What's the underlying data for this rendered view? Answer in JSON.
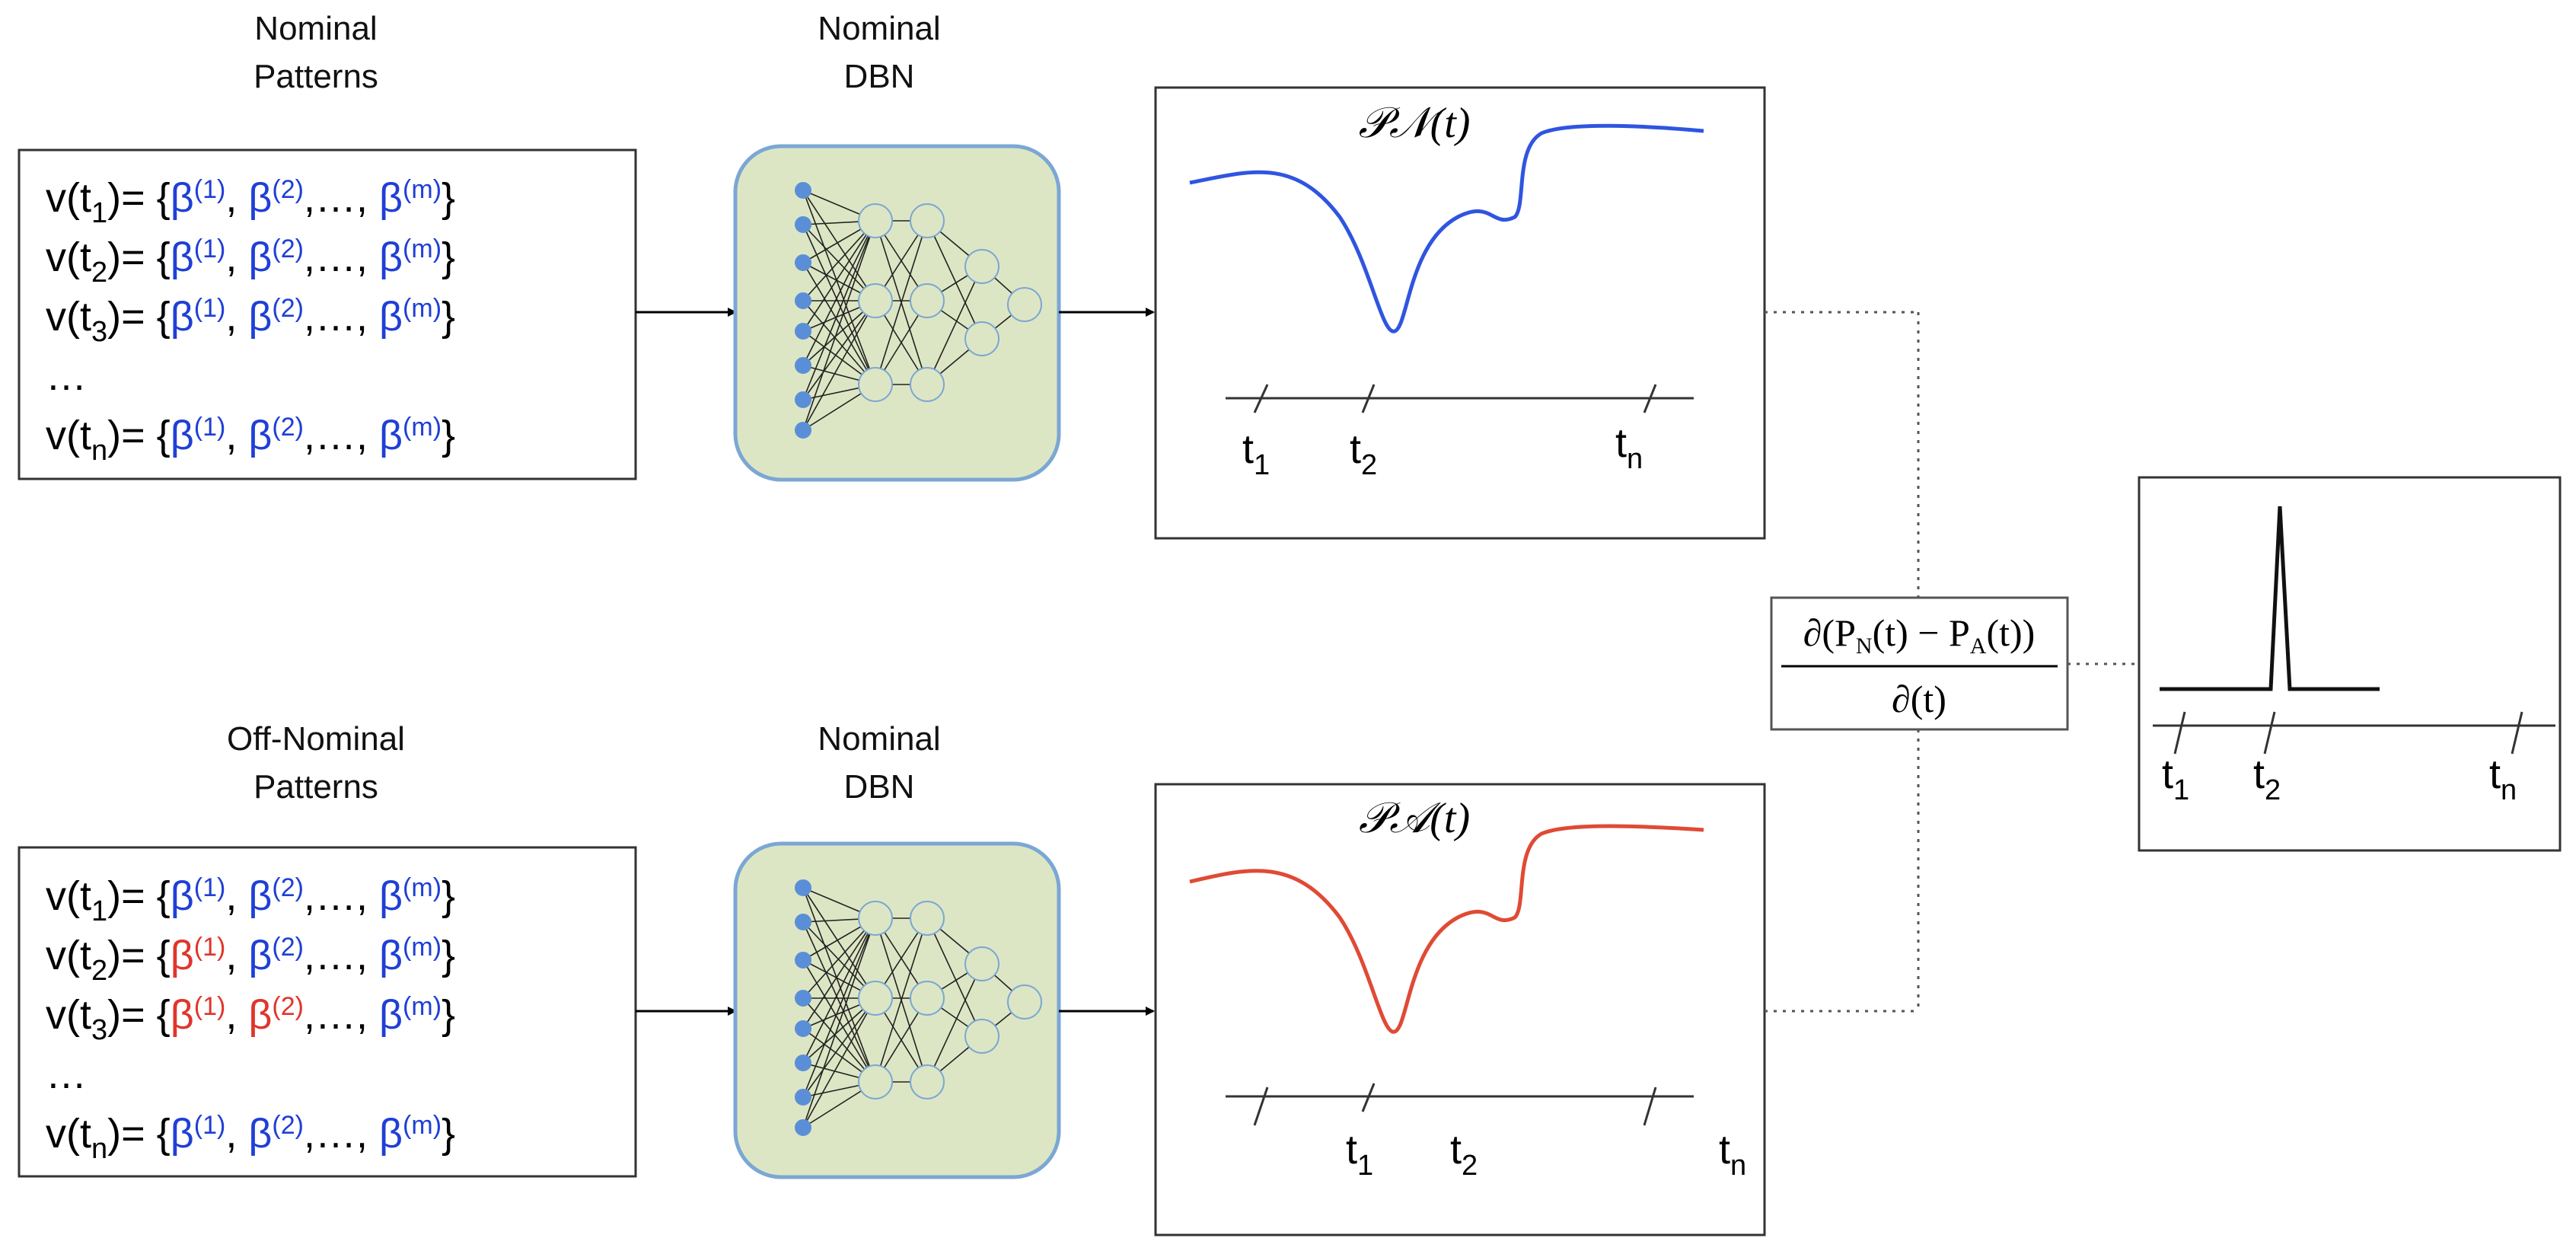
{
  "colors": {
    "nominal_beta": "#1f3fd6",
    "anomaly_beta": "#e0352b",
    "nominal_curve": "#2f55e0",
    "anomaly_curve": "#e04a35",
    "dbn_fill": "#dde6c4",
    "dbn_border": "#7ba7d4",
    "neuron_input": "#5a8fd8",
    "neuron_hidden": "#dde6c4"
  },
  "top_row": {
    "patterns_caption": [
      "Nominal",
      "Patterns"
    ],
    "dbn_caption": [
      "Nominal",
      "DBN"
    ],
    "plot_title": "𝒫𝒩(t)",
    "ticks": [
      {
        "main": "t",
        "sub": "1"
      },
      {
        "main": "t",
        "sub": "2"
      },
      {
        "main": "t",
        "sub": "n"
      }
    ]
  },
  "bottom_row": {
    "patterns_caption": [
      "Off-Nominal",
      "Patterns"
    ],
    "dbn_caption": [
      "Nominal",
      "DBN"
    ],
    "plot_title": "𝒫𝒜(t)",
    "ticks": [
      {
        "main": "t",
        "sub": "1"
      },
      {
        "main": "t",
        "sub": "2"
      },
      {
        "main": "t",
        "sub": "n"
      }
    ]
  },
  "pattern_rows": {
    "labels": [
      "v(t",
      "v(t",
      "v(t",
      "…",
      "v(t"
    ],
    "subs": [
      "1",
      "2",
      "3",
      "",
      "n"
    ],
    "open": ")= {",
    "beta": "β",
    "sup1": "(1)",
    "sup2": "(2)",
    "supm": "(m)",
    "comma": ", ",
    "ellipsis": ",…, ",
    "close": "}"
  },
  "derivative_formula": {
    "numerator": "∂(P",
    "num_sub_n": "N",
    "num_mid": "(t) − P",
    "num_sub_a": "A",
    "num_end": "(t))",
    "denominator": "∂(t)"
  },
  "result_plot": {
    "ticks": [
      {
        "main": "t",
        "sub": "1"
      },
      {
        "main": "t",
        "sub": "2"
      },
      {
        "main": "t",
        "sub": "n"
      }
    ]
  }
}
